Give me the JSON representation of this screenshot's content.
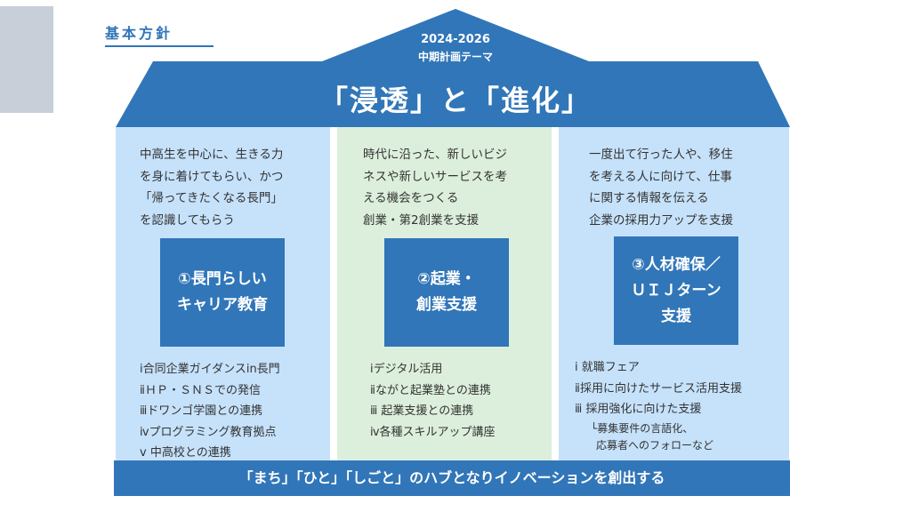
{
  "heading": "基本方針",
  "roof": {
    "years": "2024-2026",
    "label": "中期計画テーマ",
    "theme": "「浸透」と「進化」"
  },
  "pillars": [
    {
      "desc": [
        "中高生を中心に、生きる力",
        "を身に着けてもらい、かつ",
        "「帰ってきたくなる長門」",
        "を認識してもらう"
      ],
      "title": [
        "①長門らしい",
        "キャリア教育"
      ],
      "items": [
        "ⅰ合同企業ガイダンスin長門",
        "ⅱＨＰ・ＳＮＳでの発信",
        "ⅲドワンゴ学園との連携",
        "ⅳプログラミング教育拠点",
        "ⅴ 中高校との連携"
      ]
    },
    {
      "desc": [
        "時代に沿った、新しいビジ",
        "ネスや新しいサービスを考",
        "える機会をつくる",
        "創業・第2創業を支援"
      ],
      "title": [
        "②起業・",
        "創業支援"
      ],
      "items": [
        "ⅰデジタル活用",
        "ⅱながと起業塾との連携",
        "ⅲ 起業支援との連携",
        "ⅳ各種スキルアップ講座"
      ]
    },
    {
      "desc": [
        "一度出て行った人や、移住",
        "を考える人に向けて、仕事",
        "に関する情報を伝える",
        "企業の採用力アップを支援"
      ],
      "title": [
        "③人材確保／",
        "ＵＩＪターン",
        "支援"
      ],
      "items": [
        "ⅰ 就職フェア",
        "ⅱ採用に向けたサービス活用支援",
        "ⅲ 採用強化に向けた支援"
      ],
      "subitems": [
        "└募集要件の言語化、",
        "応募者へのフォローなど"
      ]
    }
  ],
  "base": "「まち」「ひと」「しごと」のハブとなりイノベーションを創出する",
  "colors": {
    "primary": "#3176b8",
    "pillar_blue": "#c6e2fb",
    "pillar_green": "#dcefdc"
  }
}
